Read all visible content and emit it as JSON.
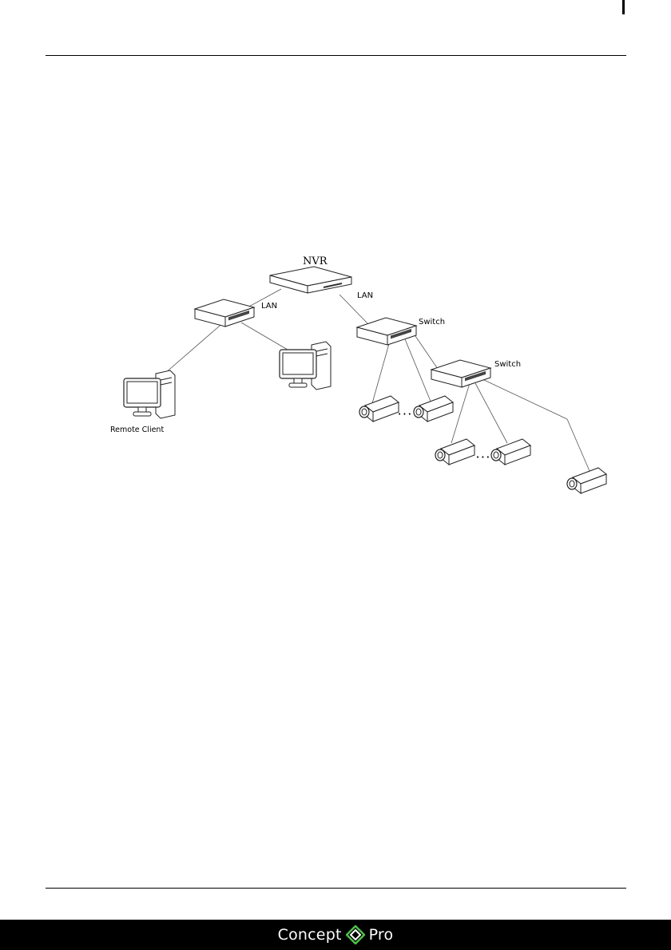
{
  "diagram": {
    "nvr_label": "NVR",
    "lan_left_label": "LAN",
    "lan_right_label": "LAN",
    "switch_upper_label": "Switch",
    "switch_lower_label": "Switch",
    "remote_client_label": "Remote Client",
    "ellipsis_upper": "• • •",
    "ellipsis_lower": "• • •"
  },
  "footer": {
    "brand_left": "Concept",
    "brand_right": "Pro"
  },
  "colors": {
    "footer_bg": "#000000",
    "logo_green": "#4fbf4a"
  }
}
